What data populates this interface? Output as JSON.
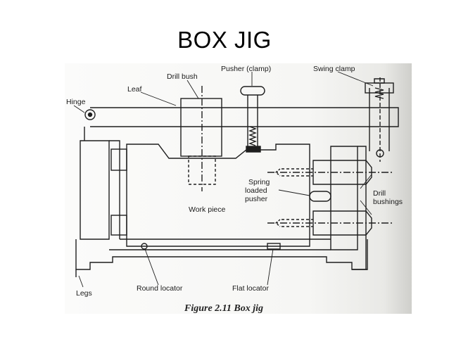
{
  "slide": {
    "title": "BOX JIG"
  },
  "figure": {
    "caption": "Figure 2.11 Box jig",
    "labels": {
      "hinge": "Hinge",
      "leaf": "Leaf",
      "drill_bush": "Drill bush",
      "pusher_clamp": "Pusher (clamp)",
      "swing_clamp": "Swing clamp",
      "spring_loaded_line1": "Spring",
      "spring_loaded_line2": "loaded",
      "spring_loaded_line3": "pusher",
      "drill_bushings_line1": "Drill",
      "drill_bushings_line2": "bushings",
      "work_piece": "Work piece",
      "legs": "Legs",
      "round_locator": "Round locator",
      "flat_locator": "Flat locator"
    }
  }
}
